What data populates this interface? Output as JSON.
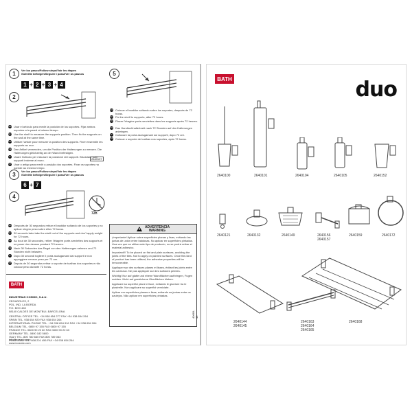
{
  "colors": {
    "brand_red": "#c8102e",
    "ink": "#222222",
    "line": "#666666"
  },
  "left_page": {
    "step_header_1": "Ver los pasos/Follow steps/Voir les étapes\n/Schritte befolgen/Seguire i passi/Ver os passos",
    "steps_a": [
      "1",
      "2",
      "3",
      "4"
    ],
    "steps_b": [
      "6",
      "7"
    ],
    "step_header_3": "Ver los pasos/Follow steps/Voir les étapes\n/Schritte befolgen/Seguire i passi/Ver os passos",
    "step_numbers": [
      "1",
      "2",
      "3",
      "4",
      "5"
    ],
    "instructions_1": [
      {
        "lang": "ES",
        "text": "Usar el artículo para medir la posición de los soportes. Fijar ambos soportes a la pared al mismo tiempo."
      },
      {
        "lang": "EN",
        "text": "Use the shelf to measure the supports position. Then fix the supports on the wall at the same time."
      },
      {
        "lang": "FR",
        "text": "Utiliser l'article pour mesurer la position des supports. Fixer ensemble les supports au mur."
      },
      {
        "lang": "DE",
        "text": "Den Artikel verwenden, um die Position der Halterungen zu messen. Die Halterungen gleichzeitig an der Wand befestigen."
      },
      {
        "lang": "IT",
        "text": "Usare l'articolo per misurare la posizione dei supporti. Bisciolare tutti i supporti insieme al muro."
      },
      {
        "lang": "PT",
        "text": "Usar o artigo para medir a posição dos suportes. Fixar os suportes na parede ao mesmo tempo."
      }
    ],
    "instructions_2": [
      {
        "lang": "ES",
        "text": "Después de 30 segundos retirar el bastidor soltando de los soportes y no aplicar ningún peso sobre ellos 72 horas."
      },
      {
        "lang": "EN",
        "text": "30 seconds later take the shelf out of the supports and don't apply weight for 72 hours."
      },
      {
        "lang": "FR",
        "text": "Au bout de 30 secondes, retirer l'étagère porte-serviettes des supports et ne poser rien dessus pendant 72 heures."
      },
      {
        "lang": "DE",
        "text": "Nach 30 Sekunden das Regal von den Halterungen nehmen und 72 Stunden nicht belasten."
      },
      {
        "lang": "IT",
        "text": "Dopo 30 secondi togliere il porta asciugamani dai supporti e non appoggiare nessun peso per 72 ore."
      },
      {
        "lang": "PT",
        "text": "Depois de 30 segundos retirar o suporte de toalhas dos suportes e não colocar peso durante 72 horas."
      }
    ],
    "step5_text": [
      {
        "lang": "ES",
        "text": "Colocar el bastidor soltando sobre los soportes, después de 72 horas."
      },
      {
        "lang": "EN",
        "text": "Fix the shelf to supports, after 72 hours."
      },
      {
        "lang": "FR",
        "text": "Placer l'étagère porte-serviettes dans les supports après 72 heures."
      },
      {
        "lang": "DE",
        "text": "Das Handtuchhalterbrett nach 72 Stunden auf den Halterungen anbringen."
      },
      {
        "lang": "IT",
        "text": "Collocare la porta asciugamani sui supporti, dopo 72 ore."
      },
      {
        "lang": "PT",
        "text": "Colocar o suporte de toalhas nos suportes, após 72 horas."
      }
    ],
    "warning": {
      "title": "ADVERTENCIA\nWARNING",
      "paragraphs": [
        "¡Importante! Aplicar sobre superficies planas y lisas, evitando las juntas de unión entre baldosas. No aplicar en superficies pintadas. Una vez que se utilice este tipo de producto, no se podrá retirar el material adhesivo.",
        "Important!!! To be placed on flat and plain surfaces, avoiding the joints of the tiles. Not to apply on painted surfaces. Once this kind of product has been utilised, the adhesive properties will be irrecoverable.",
        "Appliquer sur des surfaces planes et lisses, évitant les joints entre les carreaux. Ne pas appliquer sur des surfaces peintes.",
        "Wichtig! Nur auf glatte und ebene Wandflächen aufbringen, Fugen meiden. Nicht auf gestrichene Oberflächen kleben.",
        "Applicare su superfici piane e lisce, evitando le giunture tra le piastrelle. Non applicare su superfici verniciate.",
        "Aplicar em superfícies planas e lisas, evitando as juntas entre os azulejos. Não aplicar em superfícies pintadas."
      ]
    },
    "timer_label": "72h",
    "brand": "BATH",
    "company": "INDUSTRIAS COSMIC, S.A.U.",
    "address": "CEGAROLES, 2\nPOL. IND. LA BORDA\nP.O. BOX 460\n08140 CALDES DE MONTBUI, BARCELONA",
    "contacts": [
      "CENTRAL OFFICE  TEL. +34 938 654 277  FAX +34 938 654 264",
      "SPAIN  TEL. 938 654 920  FAX 938 654 264",
      "INTERNATIONAL PHONE  TEL. +34 938 654 916  FAX +34 938 654 264",
      "BELGIUM  TEL. 0800 97 155  FAX 0800 97 155",
      "FRANCE  TEL. 0800 90 22 60  FAX 0800 90 22 63",
      "GERMANY  TEL. 0800 182 5600",
      "ITALY  TEL. 800 780 660  FAX 800 789 063",
      "PORTUGAL  TEL. 808 201 456  FAX +34 938 654 264"
    ],
    "email": "info@cosmic.com\nwww.icosmic.com",
    "side_code": "40669-16",
    "ref_box": "2640107"
  },
  "right_page": {
    "brand": "BATH",
    "logo": "duo",
    "products": [
      {
        "code": "2640100"
      },
      {
        "code": "2640101"
      },
      {
        "code": "2640104"
      },
      {
        "code": "2640105"
      },
      {
        "code": "2640152"
      },
      {
        "code": "2640121"
      },
      {
        "code": "2640132"
      },
      {
        "code": "2640149"
      },
      {
        "code": "2640156\n2640157"
      },
      {
        "code": "2640159"
      },
      {
        "code": "2640172"
      },
      {
        "code": "2640144\n2640145"
      },
      {
        "code": "2640163\n2640164\n2640165"
      },
      {
        "code": "2640168"
      }
    ]
  }
}
